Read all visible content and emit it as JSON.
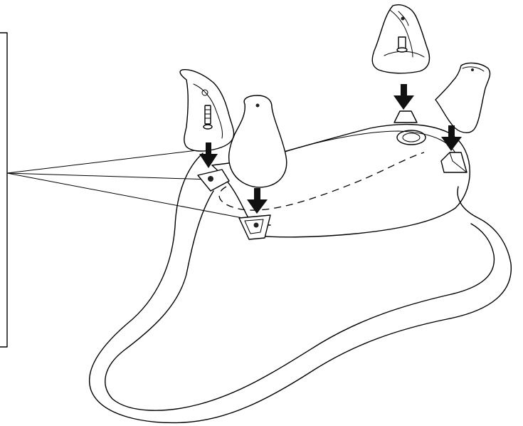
{
  "figure": {
    "type": "assembly-illustration",
    "description_label": "",
    "colors": {
      "line": "#000000",
      "arrow": "#111111",
      "background": "#ffffff"
    },
    "parts": [
      {
        "name": "foot-1",
        "icon": "bathtub-foot-icon"
      },
      {
        "name": "foot-2",
        "icon": "bathtub-foot-icon"
      },
      {
        "name": "foot-3",
        "icon": "bathtub-foot-icon"
      },
      {
        "name": "foot-4",
        "icon": "bathtub-foot-icon"
      }
    ],
    "arrows": [
      {
        "name": "arrow-down",
        "icon": "arrow-down-icon"
      },
      {
        "name": "arrow-down",
        "icon": "arrow-down-icon"
      },
      {
        "name": "arrow-down",
        "icon": "arrow-down-icon"
      },
      {
        "name": "arrow-down",
        "icon": "arrow-down-icon"
      },
      {
        "name": "arrow-down",
        "icon": "arrow-down-icon"
      }
    ]
  }
}
